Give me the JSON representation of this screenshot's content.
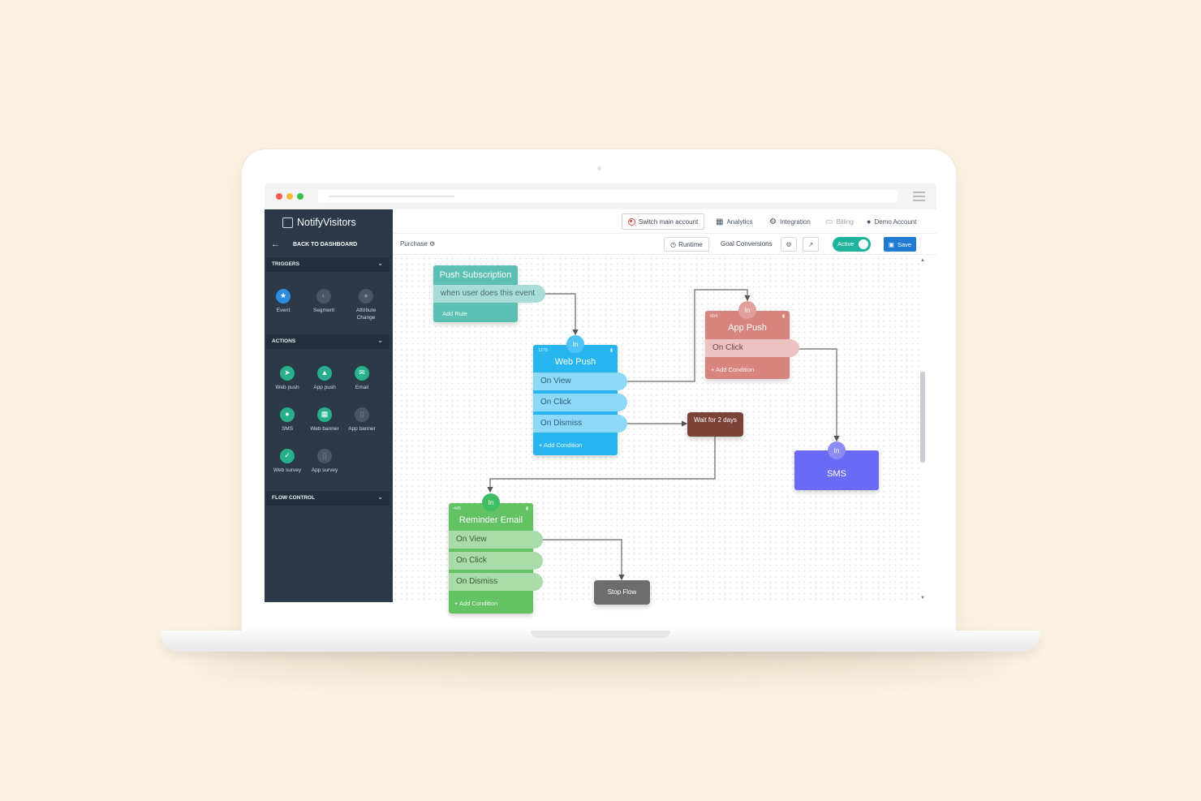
{
  "browser": {
    "dots": [
      "#ee5c52",
      "#f6b73c",
      "#35c04b"
    ]
  },
  "sidebar": {
    "brand": "NotifyVisitors",
    "back_label": "BACK TO DASHBOARD",
    "triggers": {
      "heading": "TRIGGERS",
      "items": [
        {
          "label": "Event",
          "icon": "star-icon"
        },
        {
          "label": "Segment",
          "icon": "pie-icon"
        },
        {
          "label": "Attribute Change",
          "icon": "user-icon"
        }
      ]
    },
    "actions": {
      "heading": "ACTIONS",
      "items": [
        {
          "label": "Web push",
          "icon": "send-icon"
        },
        {
          "label": "App push",
          "icon": "bell-icon"
        },
        {
          "label": "Email",
          "icon": "mail-icon"
        },
        {
          "label": "SMS",
          "icon": "chat-icon"
        },
        {
          "label": "Web banner",
          "icon": "image-icon"
        },
        {
          "label": "App banner",
          "icon": "mobile-icon"
        },
        {
          "label": "Web survey",
          "icon": "check-icon"
        },
        {
          "label": "App survey",
          "icon": "mobile-icon"
        }
      ]
    },
    "flow_control": {
      "heading": "FLOW CONTROL"
    }
  },
  "topnav": {
    "switch_account": "Switch main account",
    "analytics": "Analytics",
    "integration": "Integration",
    "billing": "Billing",
    "account": "Demo Account"
  },
  "toolbar": {
    "flow_name": "Purchase",
    "runtime": "Runtime",
    "goal_conversions": "Goal Conversions",
    "status": "Active",
    "save": "Save"
  },
  "canvas": {
    "push_subscription": {
      "title": "Push Subscription",
      "rule": "when user does this event",
      "add_rule": "Add Rule",
      "color": "#5cbfb3"
    },
    "web_push": {
      "title": "Web Push",
      "in": "In",
      "count": "1275",
      "options": [
        "On View",
        "On Click",
        "On Dismiss"
      ],
      "add_condition": "+ Add Condition",
      "color": "#29b6f0"
    },
    "app_push": {
      "title": "App Push",
      "in": "In",
      "count": "604",
      "options": [
        "On Click"
      ],
      "add_condition": "+ Add Condition",
      "color": "#d9857f"
    },
    "wait": {
      "label": "Wait for 2 days",
      "color": "#7b4238"
    },
    "sms": {
      "title": "SMS",
      "in": "In",
      "color": "#6b6af5"
    },
    "reminder_email": {
      "title": "Reminder Email",
      "in": "In",
      "count": "445",
      "options": [
        "On View",
        "On Click",
        "On Dismiss"
      ],
      "add_condition": "+ Add Condition",
      "color": "#63c264"
    },
    "stop_flow": {
      "label": "Stop Flow",
      "color": "#6d6d6d"
    }
  }
}
